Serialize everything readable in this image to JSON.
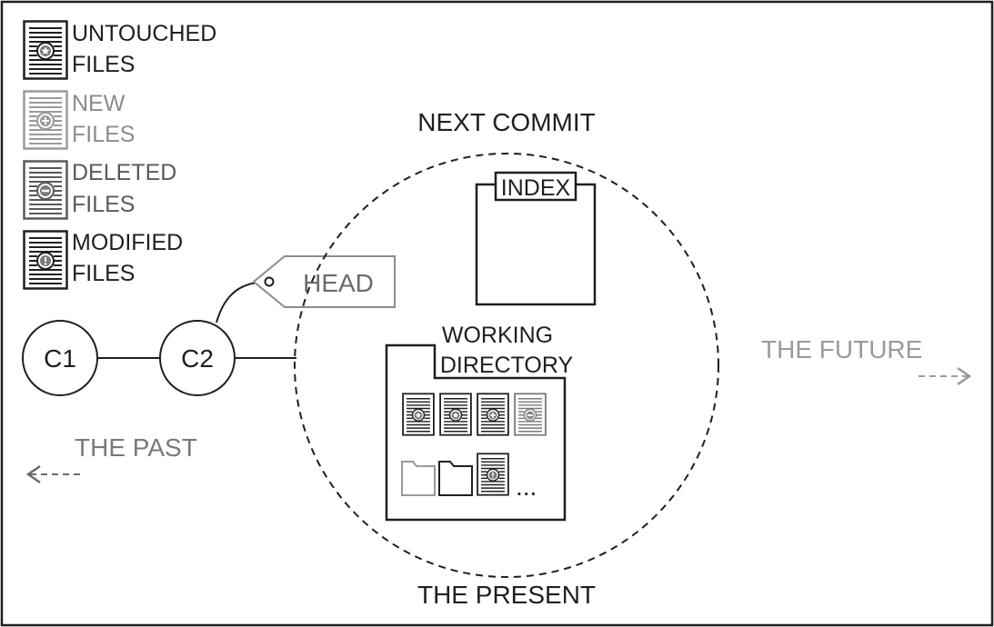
{
  "legend": {
    "untouched": {
      "line1": "UNTOUCHED",
      "line2": "FILES",
      "icon": "star-document-icon"
    },
    "new": {
      "line1": "NEW",
      "line2": "FILES",
      "icon": "plus-document-icon"
    },
    "deleted": {
      "line1": "DELETED",
      "line2": "FILES",
      "icon": "minus-document-icon"
    },
    "modified": {
      "line1": "MODIFIED",
      "line2": "FILES",
      "icon": "exclamation-document-icon"
    }
  },
  "commits": {
    "c1": "C1",
    "c2": "C2"
  },
  "head_label": "HEAD",
  "next_commit": "NEXT COMMIT",
  "index_label": "INDEX",
  "working_directory": {
    "line1": "WORKING",
    "line2": "DIRECTORY"
  },
  "ellipsis": "...",
  "the_present": "THE PRESENT",
  "the_past": "THE PAST",
  "the_future": "THE FUTURE",
  "colors": {
    "ink": "#1f1f1f",
    "muted": "#8c8c8c",
    "icon_grey": "#7a7a7a",
    "icon_fill": "#9a9a9a"
  }
}
